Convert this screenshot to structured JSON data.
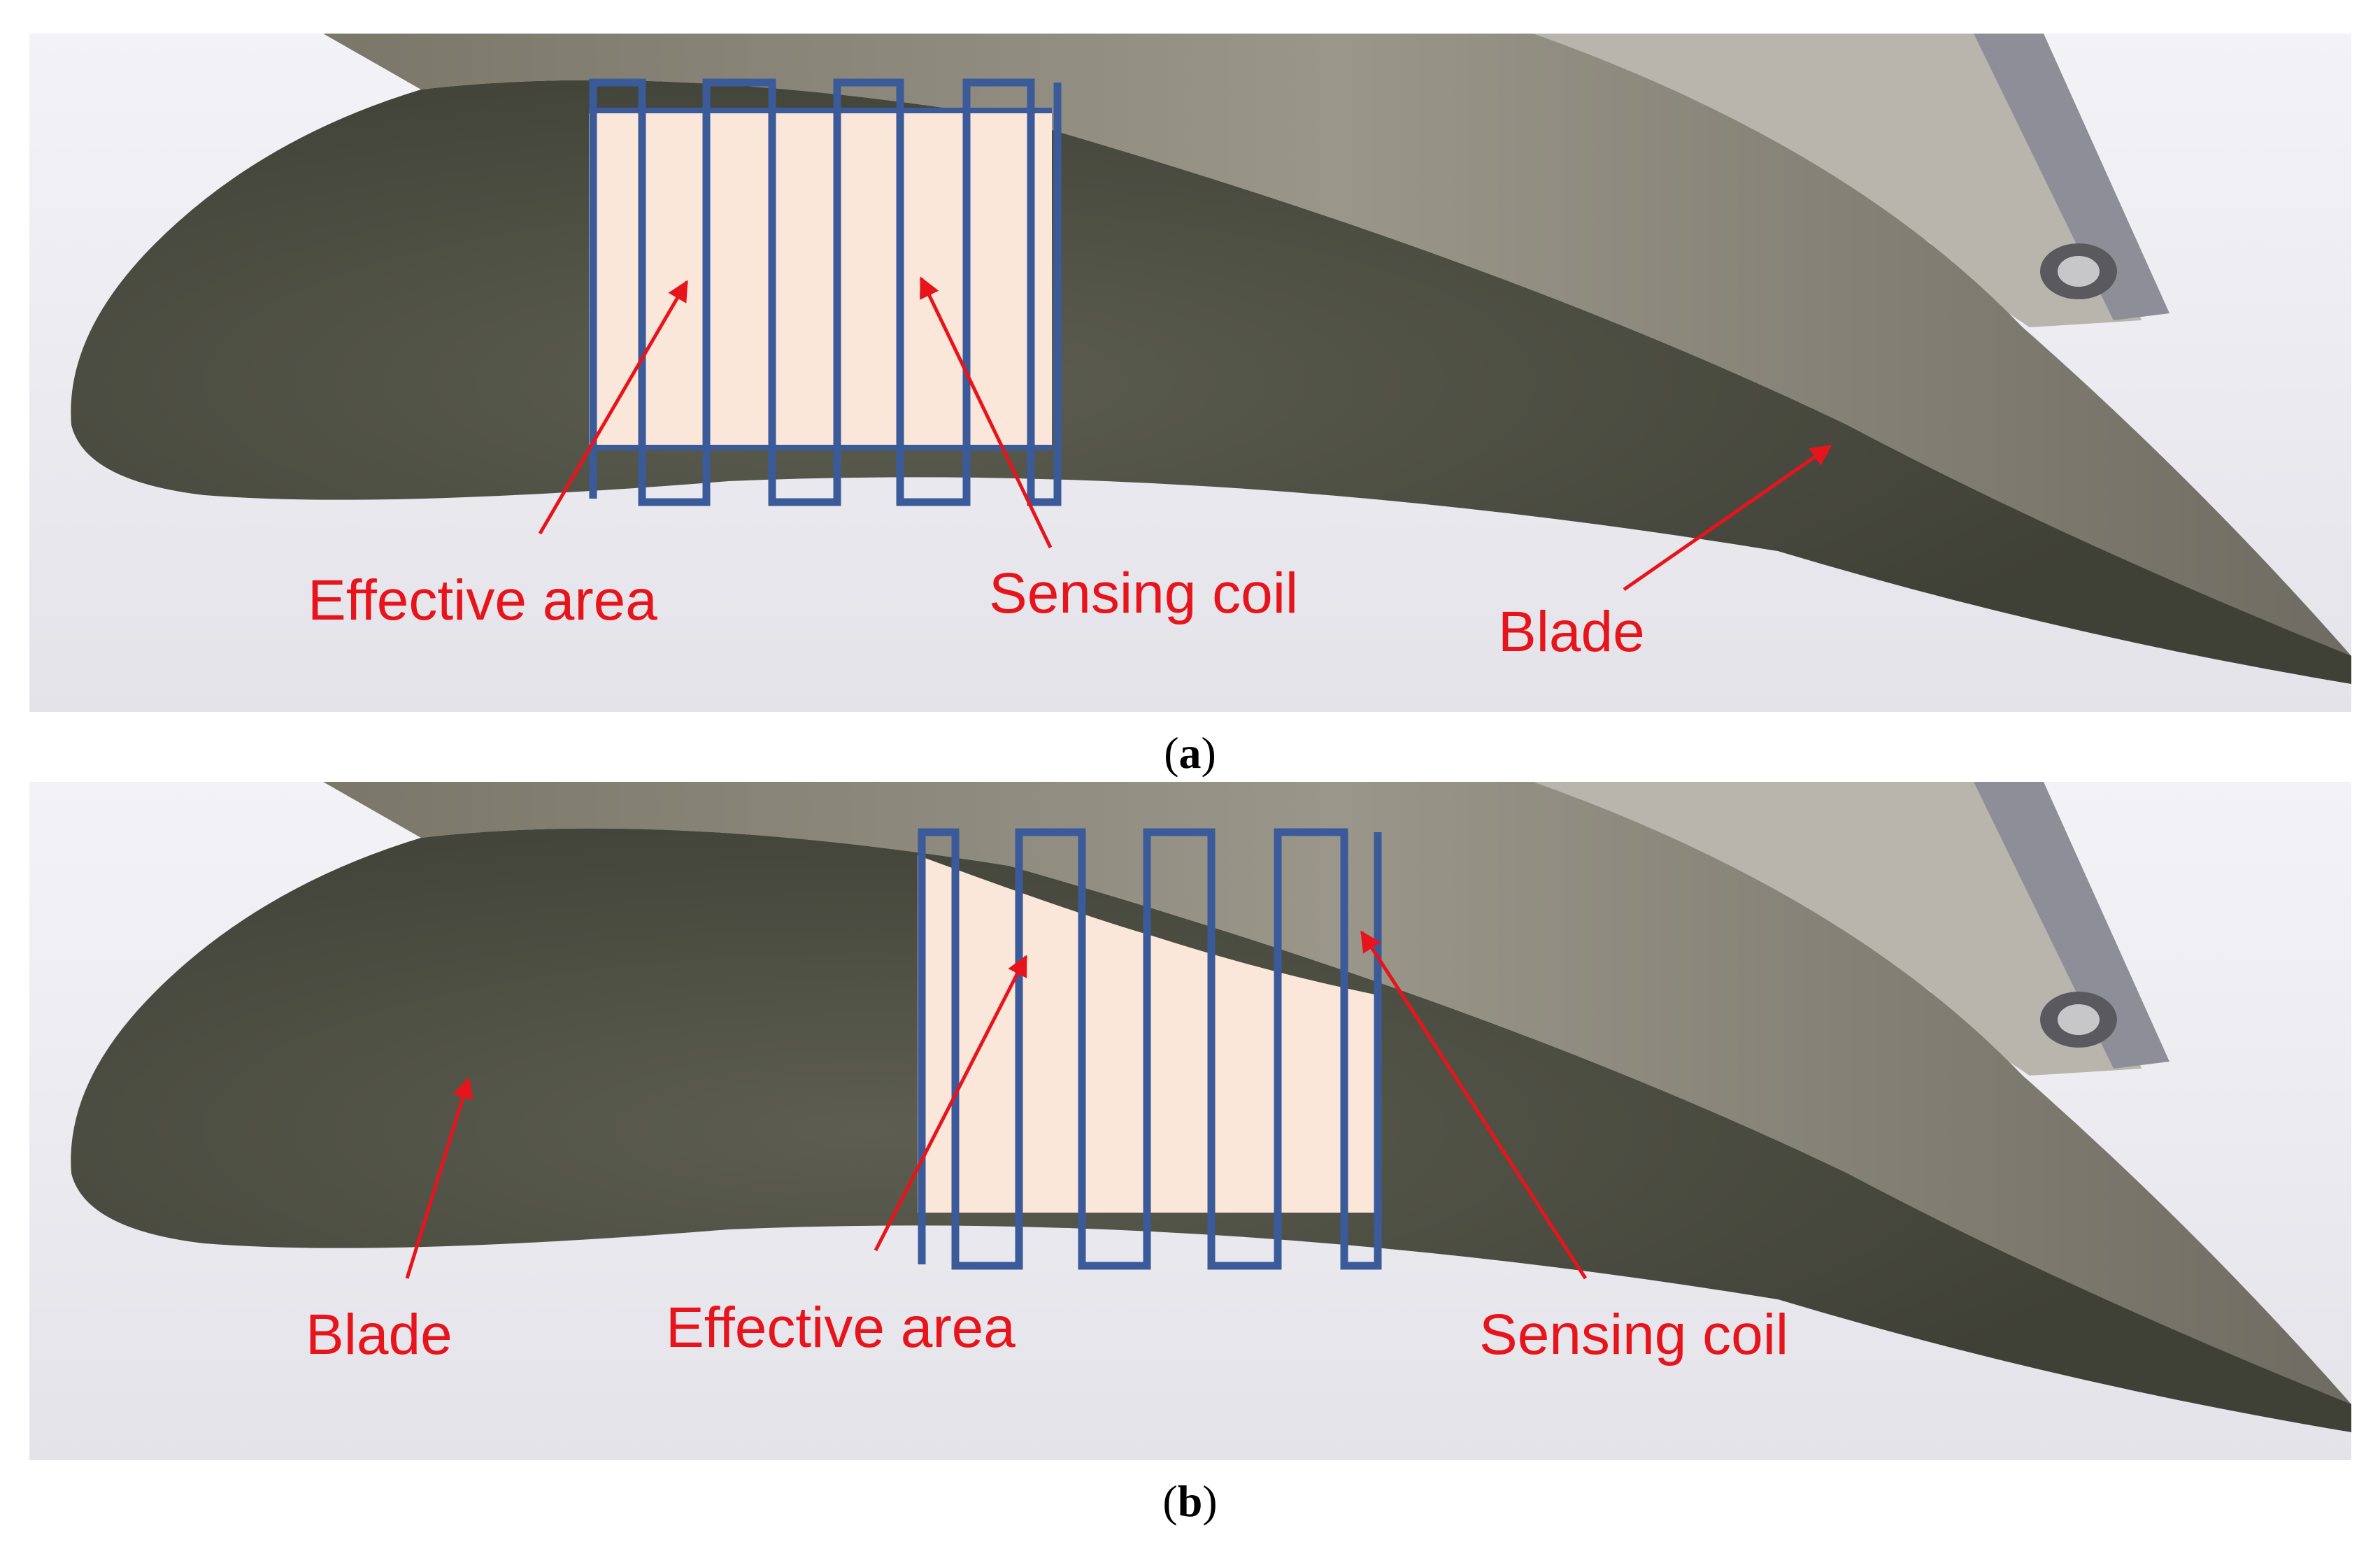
{
  "panels": [
    {
      "id": "a",
      "caption_letter": "a",
      "labels": {
        "effective_area": "Effective area",
        "sensing_coil": "Sensing coil",
        "blade": "Blade"
      }
    },
    {
      "id": "b",
      "caption_letter": "b",
      "labels": {
        "blade": "Blade",
        "effective_area": "Effective area",
        "sensing_coil": "Sensing coil"
      }
    }
  ],
  "colors": {
    "coil": "#3a5a9a",
    "effective_area_fill": "#fbe6da",
    "label_red": "#e8141c",
    "blade_face": "#545548",
    "blade_surface": "#8d8a7e",
    "background": "#e9e9ee"
  }
}
